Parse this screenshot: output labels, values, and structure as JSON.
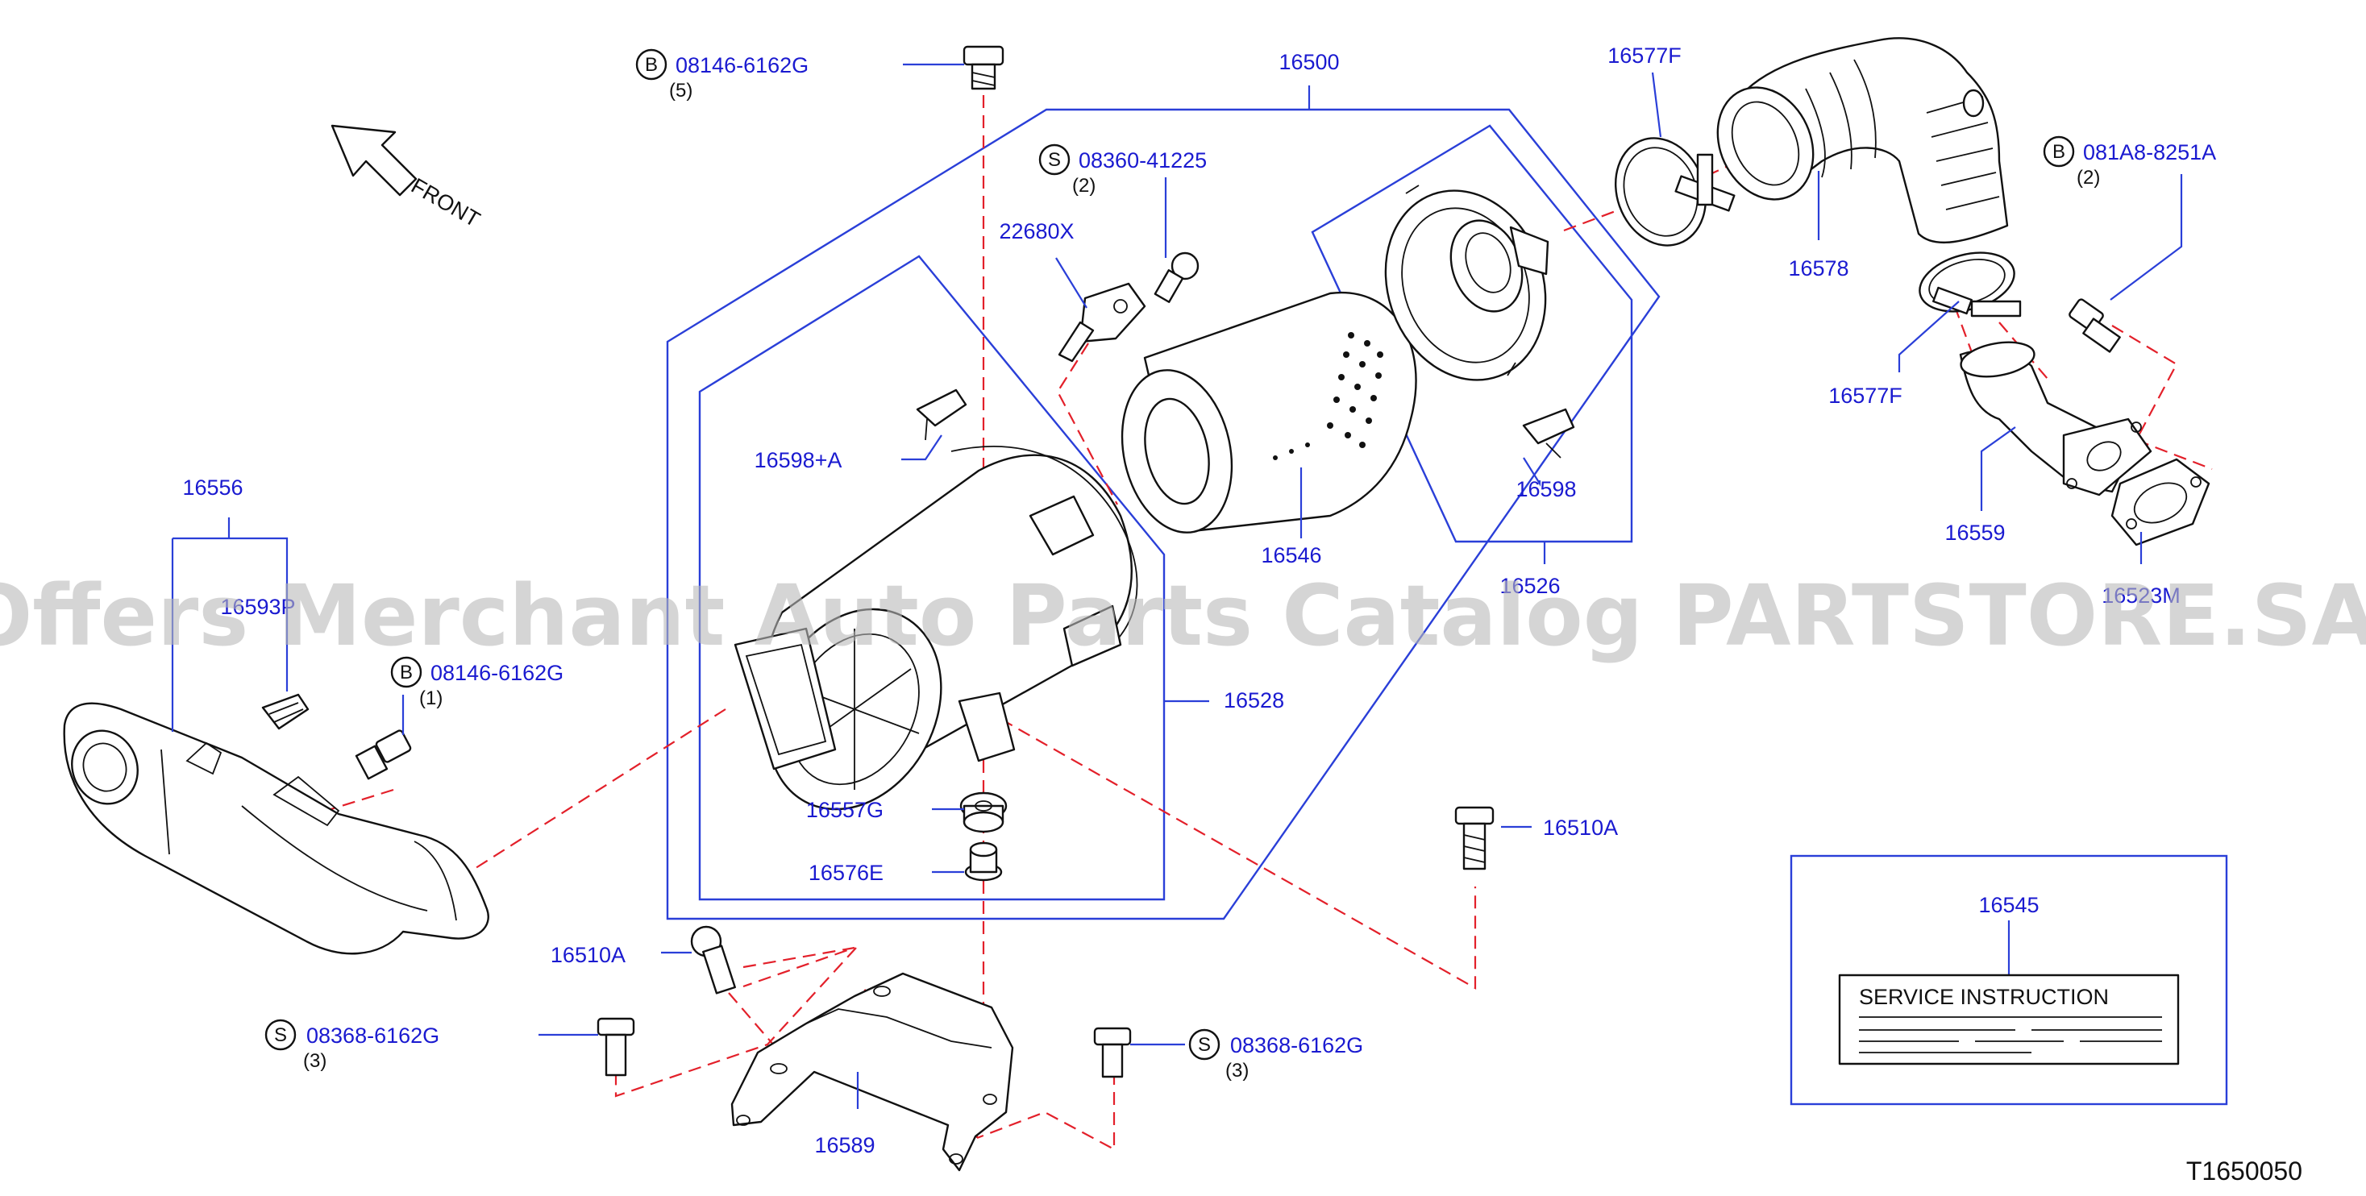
{
  "labels": {
    "p16500": "16500",
    "p16577F_top": "16577F",
    "p16578": "16578",
    "p16577F_bot": "16577F",
    "p16559": "16559",
    "p16523M": "16523M",
    "p22680X": "22680X",
    "p16598A": "16598+A",
    "p16546": "16546",
    "p16598": "16598",
    "p16526": "16526",
    "p16528": "16528",
    "p16556": "16556",
    "p16593P": "16593P",
    "p16557G": "16557G",
    "p16576E": "16576E",
    "p16510A_right": "16510A",
    "p16510A_left": "16510A",
    "p16589": "16589",
    "p16545": "16545"
  },
  "fasteners": {
    "b_top": {
      "prefix": "B",
      "part": "08146-6162G",
      "qty": "(5)"
    },
    "s_top": {
      "prefix": "S",
      "part": "08360-41225",
      "qty": "(2)"
    },
    "b_right": {
      "prefix": "B",
      "part": "081A8-8251A",
      "qty": "(2)"
    },
    "b_left": {
      "prefix": "B",
      "part": "08146-6162G",
      "qty": "(1)"
    },
    "s_left": {
      "prefix": "S",
      "part": "08368-6162G",
      "qty": "(3)"
    },
    "s_right": {
      "prefix": "S",
      "part": "08368-6162G",
      "qty": "(3)"
    }
  },
  "front_label": "FRONT",
  "service_card_text": "SERVICE   INSTRUCTION",
  "diagram_code": "T1650050",
  "watermark": "Offers Merchant Auto Parts Catalog PARTSTORE.SA",
  "colors": {
    "label": "#1a1ad0",
    "leader": "#2a3fd8",
    "dash": "#e3202a",
    "watermark": "#b9b9b9"
  }
}
